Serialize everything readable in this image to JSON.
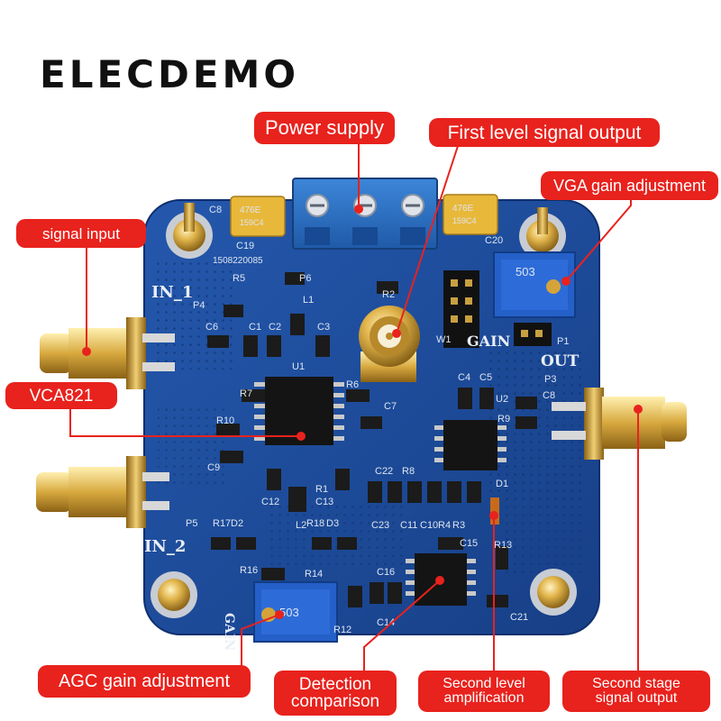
{
  "brand": "ELECDEMO",
  "callouts": {
    "power_supply": "Power supply",
    "first_level_output": "First level signal output",
    "vga_gain": "VGA gain adjustment",
    "signal_input": "signal input",
    "vca821": "VCA821",
    "agc_gain": "AGC gain adjustment",
    "detection_1": "Detection",
    "detection_2": "comparison",
    "second_level_1": "Second level",
    "second_level_2": "amplification",
    "second_stage_1": "Second stage",
    "second_stage_2": "signal output"
  },
  "silkscreen": {
    "in1": "IN_1",
    "in2": "IN_2",
    "out": "OUT",
    "gain_top": "GAIN",
    "gain_side": "GAIN",
    "serial": "1508220085",
    "cap_left": "476E",
    "cap_left_code": "159C4",
    "cap_right": "476E",
    "cap_right_code": "159C4",
    "pot_top": "503",
    "pot_bottom": "503",
    "labels": [
      "C8",
      "R5",
      "P4",
      "C19",
      "P6",
      "L1",
      "C6",
      "C1",
      "C2",
      "C3",
      "U1",
      "R7",
      "R6",
      "C7",
      "R10",
      "C9",
      "C12",
      "L2",
      "C13",
      "R1",
      "P5",
      "R17",
      "D2",
      "R16",
      "R18",
      "D3",
      "R14",
      "R2",
      "W1",
      "P1",
      "P3",
      "C4",
      "C5",
      "U2",
      "C8",
      "R9",
      "R8",
      "C22",
      "C23",
      "C11",
      "C10",
      "R4",
      "R3",
      "D1",
      "C15",
      "R13",
      "C16",
      "C14",
      "C21",
      "R12",
      "C20"
    ]
  },
  "colors": {
    "callout": "#e8221d",
    "pcb": "#1d4f9e",
    "gold": "#d4a43a",
    "terminal_blue": "#2a6fc0",
    "tantalum": "#e8b83a"
  }
}
